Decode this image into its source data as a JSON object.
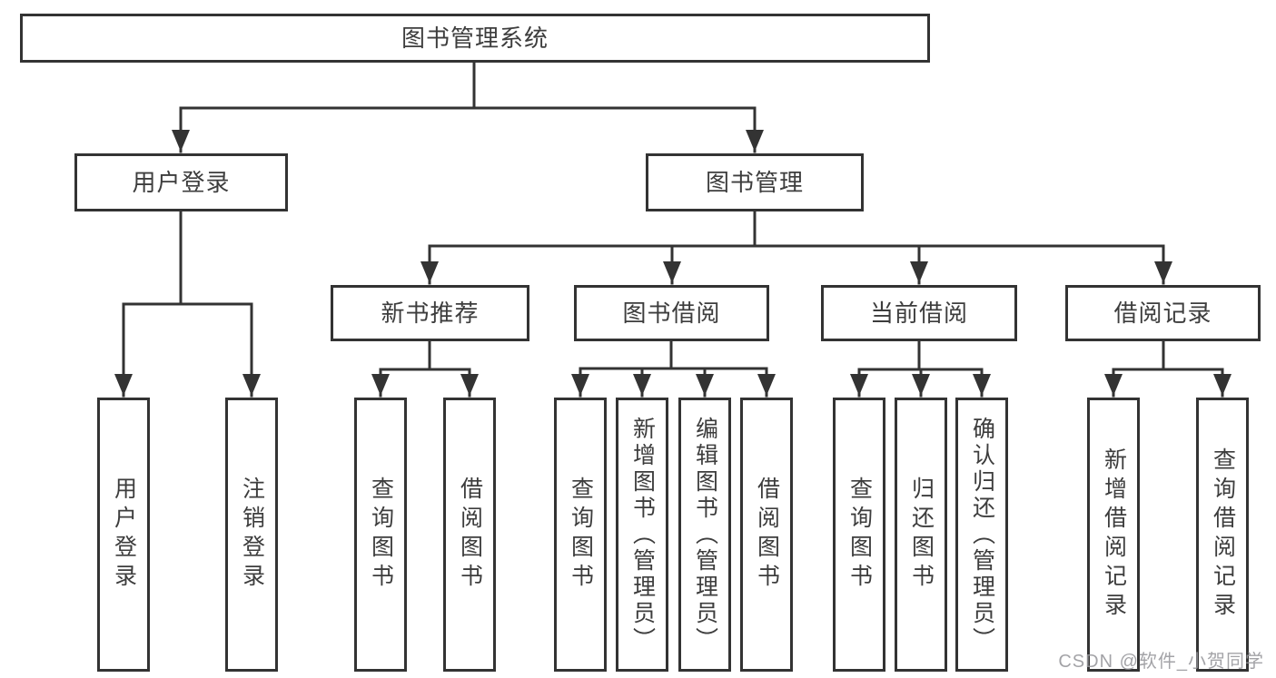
{
  "colors": {
    "line": "#333333",
    "box_border": "#333333",
    "box_background": "#ffffff",
    "text": "#3d3d3d",
    "watermark": "#97979b"
  },
  "nodes": {
    "root": {
      "label": "图书管理系统"
    },
    "user_login": {
      "label": "用户登录",
      "children": {
        "login": {
          "label": "用户登录"
        },
        "logout": {
          "label": "注销登录"
        }
      }
    },
    "book_mgmt": {
      "label": "图书管理",
      "children": {
        "new_books": {
          "label": "新书推荐",
          "children": {
            "query_books": {
              "label": "查询图书"
            },
            "borrow_books": {
              "label": "借阅图书"
            }
          }
        },
        "borrowing": {
          "label": "图书借阅",
          "children": {
            "query_books": {
              "label": "查询图书"
            },
            "add_books": {
              "label": "新增图书（管理员）"
            },
            "edit_books": {
              "label": "编辑图书（管理员）"
            },
            "borrow_books": {
              "label": "借阅图书"
            }
          }
        },
        "current": {
          "label": "当前借阅",
          "children": {
            "query_books": {
              "label": "查询图书"
            },
            "return_books": {
              "label": "归还图书"
            },
            "confirm_return": {
              "label": "确认归还（管理员）"
            }
          }
        },
        "records": {
          "label": "借阅记录",
          "children": {
            "add_record": {
              "label": "新增借阅记录"
            },
            "query_record": {
              "label": "查询借阅记录"
            }
          }
        }
      }
    }
  },
  "watermark": {
    "text": "CSDN @软件_小贺同学"
  }
}
